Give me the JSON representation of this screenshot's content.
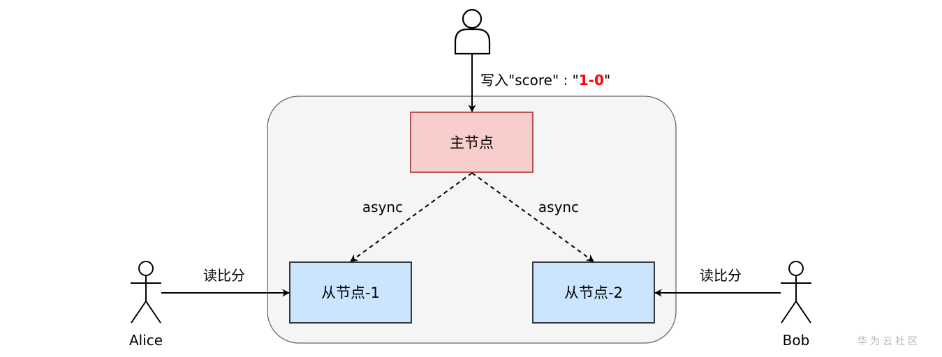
{
  "writer": {
    "prefix": "写入\"score\" : \"",
    "value": "1-0",
    "suffix": "\""
  },
  "primary_node": {
    "label": "主节点"
  },
  "replicas": [
    {
      "label": "从节点-1",
      "link_label": "async"
    },
    {
      "label": "从节点-2",
      "link_label": "async"
    }
  ],
  "readers": [
    {
      "name": "Alice",
      "action": "读比分"
    },
    {
      "name": "Bob",
      "action": "读比分"
    }
  ],
  "watermark": "华为云社区",
  "colors": {
    "primary_fill": "#f8cecc",
    "primary_stroke": "#b85450",
    "replica_fill": "#cce5ff",
    "replica_stroke": "#36393d",
    "cluster_fill": "#f5f5f5",
    "cluster_stroke": "#666666",
    "highlight": "#ff0000"
  }
}
